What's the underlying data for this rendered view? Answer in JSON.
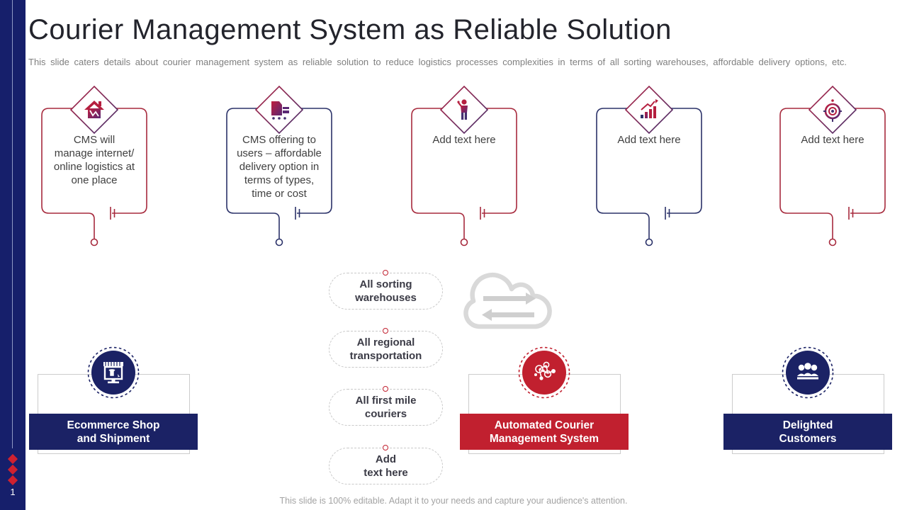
{
  "slide": {
    "title": "Courier Management System as Reliable Solution",
    "subtitle": "This slide caters details about courier management system as reliable solution to reduce logistics processes complexities in terms of all sorting warehouses, affordable delivery options, etc.",
    "footer": "This slide is 100% editable. Adapt it to your needs and capture your audience's attention.",
    "page_number": "1"
  },
  "colors": {
    "navy": "#1b2265",
    "red": "#c1202f",
    "red_border": "#a72a3d",
    "navy_border": "#2b3269",
    "card_gray_border": "#cccccc",
    "cloud_gray": "#d9d9d9"
  },
  "top_cards": [
    {
      "icon": "house-chart-icon",
      "accent": "red",
      "text": "CMS will\nmanage internet/\nonline logistics at\none place"
    },
    {
      "icon": "delivery-package-icon",
      "accent": "navy",
      "text": "CMS offering to\nusers – affordable\ndelivery option in\nterms of types,\ntime or cost"
    },
    {
      "icon": "person-icon",
      "accent": "red",
      "text": "Add text here"
    },
    {
      "icon": "growth-chart-icon",
      "accent": "navy",
      "text": "Add text here"
    },
    {
      "icon": "target-icon",
      "accent": "red",
      "text": "Add text here"
    }
  ],
  "pills": [
    {
      "text": "All sorting\nwarehouses"
    },
    {
      "text": "All regional\ntransportation"
    },
    {
      "text": "All first mile\ncouriers"
    },
    {
      "text": "Add\ntext here"
    }
  ],
  "center": {
    "icon": "cloud-transfer-icon"
  },
  "bottom_cards": [
    {
      "icon": "ecommerce-shop-icon",
      "accent": "navy",
      "label": "Ecommerce Shop\nand Shipment"
    },
    {
      "icon": "network-nodes-icon",
      "accent": "red",
      "label": "Automated Courier\nManagement System"
    },
    {
      "icon": "customers-group-icon",
      "accent": "navy",
      "label": "Delighted\nCustomers"
    }
  ]
}
